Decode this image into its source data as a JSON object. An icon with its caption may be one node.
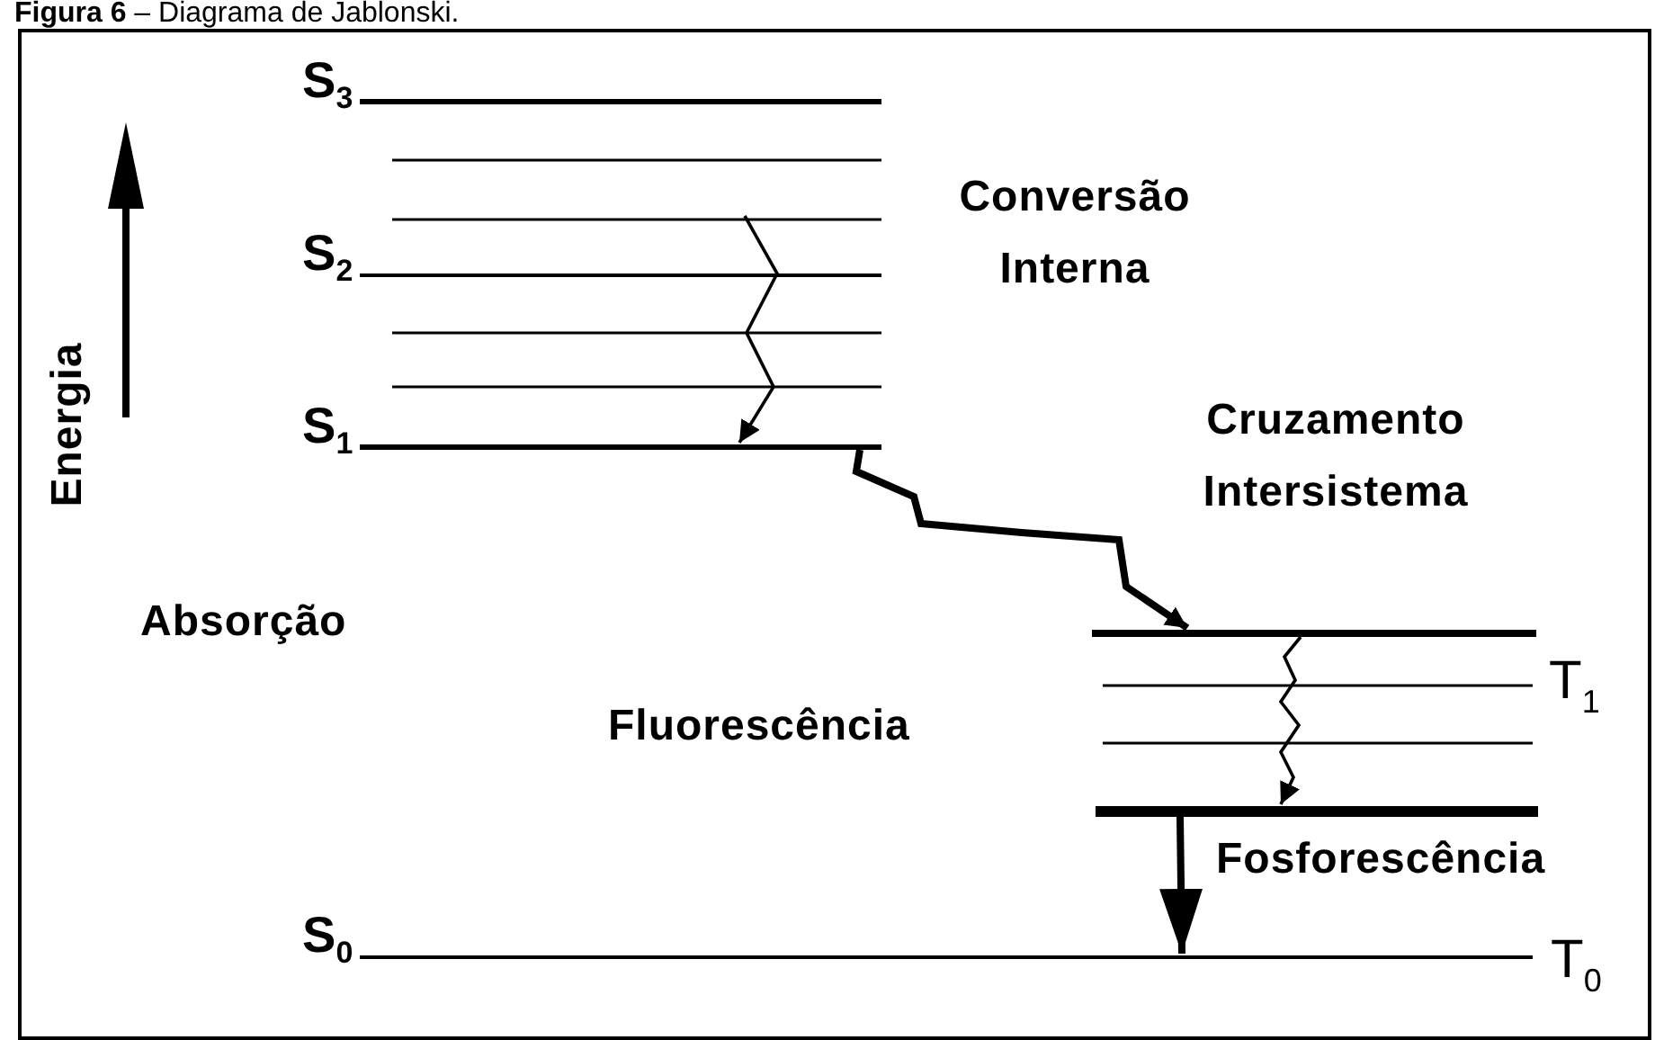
{
  "diagram": {
    "title": "**Figura 6** – Diagrama de Jablonski.",
    "nodes": [
      {
        "text": [
          "S$_{3}$"
        ]
      },
      {
        "text": [
          "S$_{2}$"
        ]
      },
      {
        "text": [
          "S$_{1}$"
        ]
      },
      {
        "text": [
          "S$_{0}$"
        ],
        "beside": [
          "T$_{0}$"
        ]
      },
      {
        "text": [
          "T$_{1}$"
        ]
      },
      {
        "text": [],
        "shape": "bar",
        "in": 4
      },
      {
        "text": [],
        "shape": "bar",
        "in": 4
      }
    ],
    "edges": [
      {
        "from": 1,
        "to": 2,
        "arrow": "to"
      },
      {
        "from": 2,
        "to": 5,
        "arrow": "to",
        "style": "thick"
      },
      {
        "from": 5,
        "to": 6,
        "arrow": "to"
      },
      {
        "from": 6,
        "to": 3,
        "arrow": "to",
        "style": "thick"
      }
    ],
    "labels": [
      "Energia",
      "Conversão Interna",
      "Cruzamento Intersistema",
      "Absorção",
      "Fluorescência",
      "Fosforescência"
    ]
  }
}
